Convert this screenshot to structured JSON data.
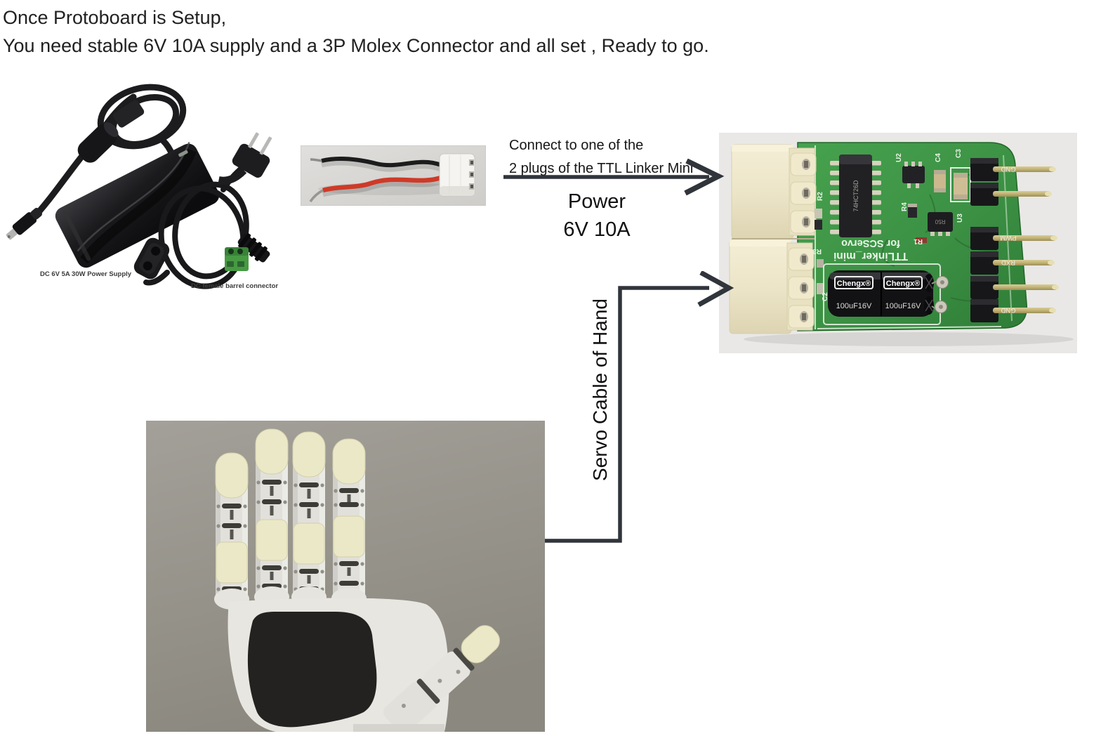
{
  "intro": {
    "line1": "Once Protoboard is Setup,",
    "line2": "You need stable 6V 10A supply and a 3P Molex Connector and all set , Ready to go."
  },
  "power_supply_photo": {
    "label_psu": "DC 6V 5A 30W Power Supply",
    "label_barrel": "DC female barrel connector"
  },
  "annotations": {
    "connect_line1": "Connect to one of the",
    "connect_line2": "2 plugs of the TTL Linker Mini",
    "power_line1": "Power",
    "power_line2": "6V 10A",
    "servo_cable_label": "Servo Cable of Hand"
  },
  "pcb": {
    "ic_text": "74HCT26D",
    "name_line1": "TTLinker_mini",
    "name_line2": "for SCServo",
    "cap_brand": "Chengx®",
    "cap_value_1": "100uF16V",
    "cap_value_2": "100uF16V",
    "refs": {
      "r1": "R1",
      "r2": "R2",
      "r3": "R3",
      "r4": "R4",
      "c2": "C2",
      "c3": "C3",
      "c4": "C4",
      "u2": "U2",
      "u3": "U3",
      "u3_mark": "R50"
    },
    "pin_labels": [
      "GND",
      "",
      "PWM",
      "RXD",
      "",
      "GND"
    ]
  },
  "colors": {
    "arrow": "#30343b",
    "pcb_green": "#3c9144",
    "connector_cream": "#ece5c8",
    "photo_bg": "#e9e8e6",
    "hand_bg": "#9a978f",
    "wire_red": "#ce3a28",
    "wire_black": "#1c1c1c",
    "text": "#212121"
  }
}
